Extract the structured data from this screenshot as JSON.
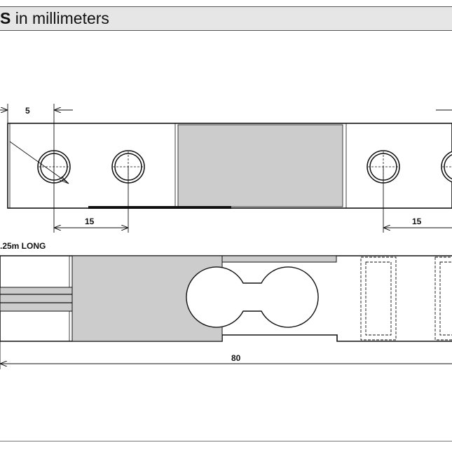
{
  "header": {
    "title_bold": "S",
    "title_rest": " in millimeters"
  },
  "colors": {
    "header_bg": "#e6e6e6",
    "gauge_fill": "#cccccc",
    "line": "#111111"
  },
  "dimensions": {
    "top_left_offset": "5",
    "top_hole_spacing_left": "15",
    "top_hole_spacing_right": "15",
    "cable_note": ".25m LONG",
    "overall_length": "80"
  }
}
